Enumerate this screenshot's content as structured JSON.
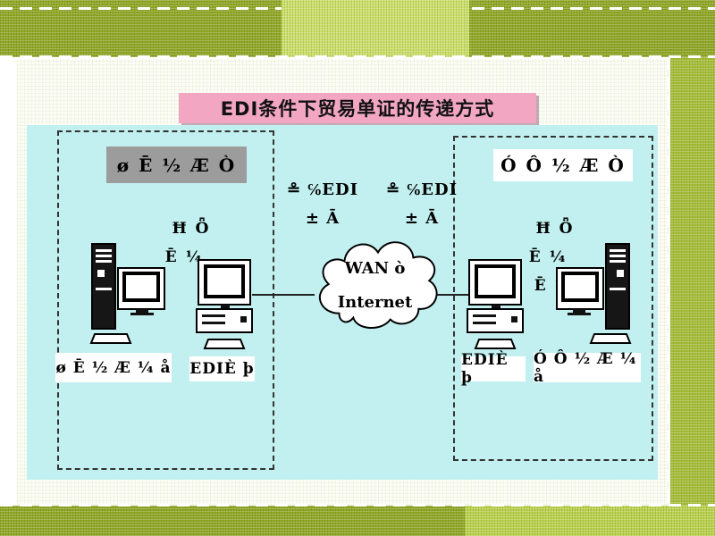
{
  "title": "EDI条件下贸易单证的传递方式",
  "colors": {
    "slide_green_dark": "#8fa626",
    "slide_green_mid": "#a6bf3a",
    "slide_green_light": "#cde06c",
    "slide_green_light2": "#bcd24f",
    "title_pink": "#f2a6c2",
    "canvas_cyan": "#c2f0f0",
    "label_gray": "#9c9c9c"
  },
  "left_zone": {
    "label": "ø Ē ½ Æ Ò",
    "link_line1": "Ħ Ȫ",
    "link_line2": "Ē ¼",
    "caption_station": "ø Ē ½ Æ ¼ å",
    "caption_edi": "EDIÈ þ"
  },
  "center_zone": {
    "edi_left_line1": "≗ ℅EDI",
    "edi_left_line2": "± Ā",
    "edi_right_line1": "≗ ℅EDI",
    "edi_right_line2": "± Ā",
    "cloud_line1": "WAN ò",
    "cloud_line2": "Internet"
  },
  "right_zone": {
    "label": "Ó Ô ½ Æ Ò",
    "link_line1": "Ħ Ȫ",
    "link_line2": "Ē ¼",
    "link_line3": "Ē ½",
    "caption_edi": "EDIÈ þ",
    "caption_station": "Ó Ô ½ Æ ¼ å"
  }
}
